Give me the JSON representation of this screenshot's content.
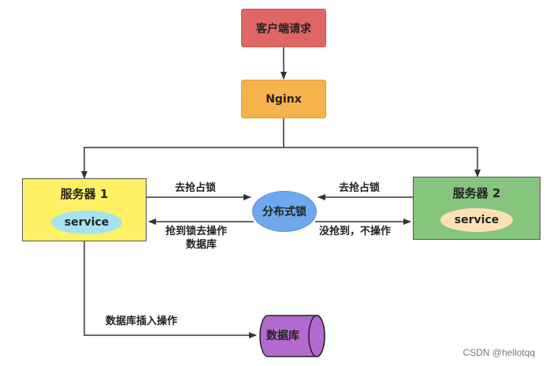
{
  "nodes": {
    "client": "客户端请求",
    "nginx": "Nginx",
    "server1": "服务器 1",
    "server1_service": "service",
    "server2": "服务器 2",
    "server2_service": "service",
    "lock": "分布式锁",
    "database": "数据库"
  },
  "edge_labels": {
    "s1_to_lock": "去抢占锁",
    "lock_to_s1_line1": "抢到锁去操作",
    "lock_to_s1_line2": "数据库",
    "s2_to_lock": "去抢占锁",
    "lock_to_s2": "没抢到，不操作",
    "s1_to_db": "数据库插入操作"
  },
  "watermark": "CSDN @hellotqq",
  "colors": {
    "client_fill": "#e06666",
    "nginx_fill": "#f6b24b",
    "server1_fill": "#fff166",
    "server2_fill": "#86c57d",
    "lock_fill": "#6fa8ef",
    "db_fill": "#b36ad0",
    "service1_fill": "#a7e2f0",
    "service2_fill": "#fde1b5"
  }
}
